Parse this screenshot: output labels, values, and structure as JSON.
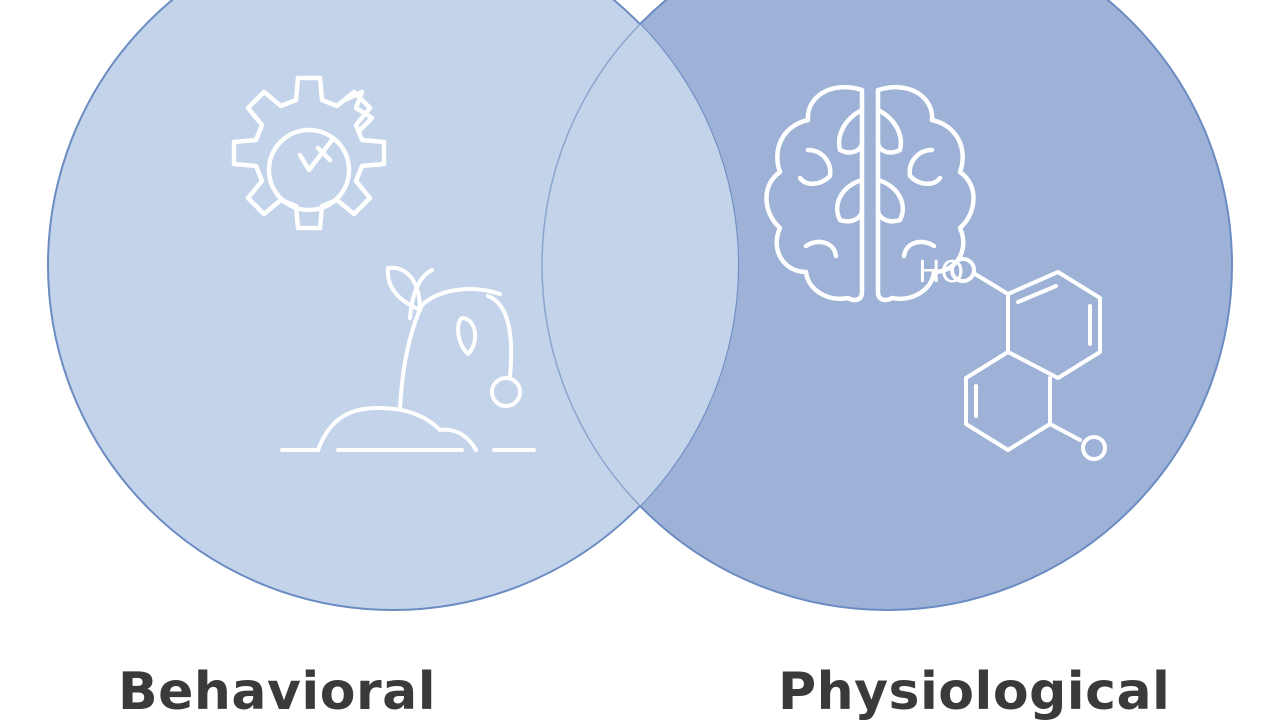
{
  "colors": {
    "background": "#ffffff",
    "left_circle_fill": "#c3d3e9",
    "right_circle_fill": "#9db2d6",
    "overlap_fill": "#c3d3e9",
    "circle_stroke": "#6b8cc3",
    "icon_stroke": "#ffffff",
    "label_text": "#3a3a3a"
  },
  "sets": [
    {
      "label": "Behavioral",
      "icons": [
        "gear-icon",
        "wilting-plant-icon"
      ]
    },
    {
      "label": "Physiological",
      "icons": [
        "brain-icon",
        "molecule-icon"
      ]
    }
  ],
  "molecule": {
    "atom_label": "HO"
  }
}
